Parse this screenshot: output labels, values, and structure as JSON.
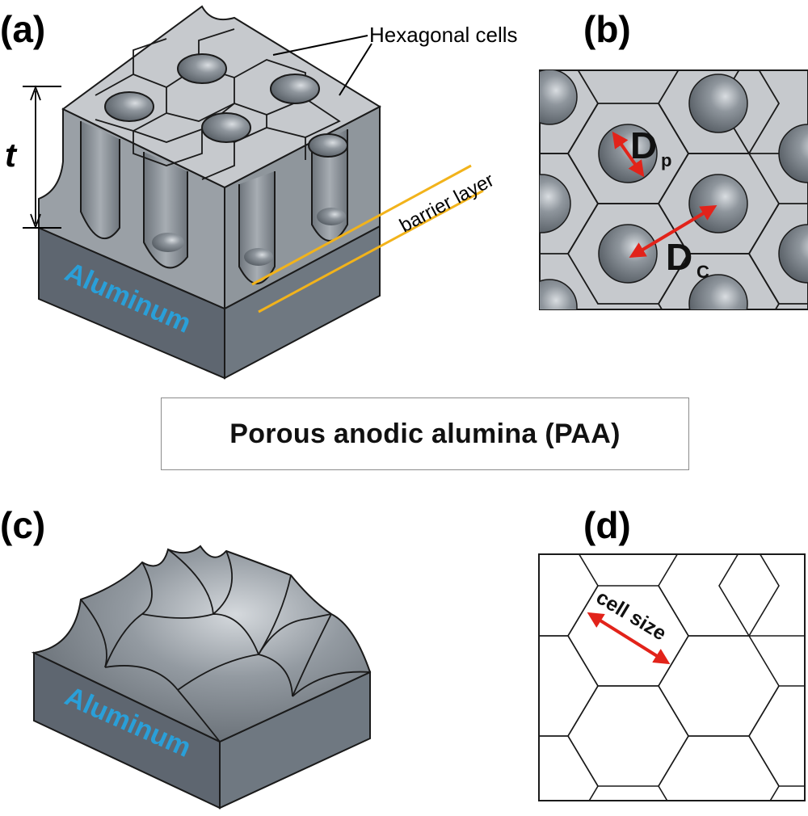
{
  "panels": {
    "a": {
      "label": "(a)",
      "annotation_cells": "Hexagonal cells",
      "annotation_barrier": "barrier layer",
      "thickness_symbol": "t",
      "substrate": "Aluminum"
    },
    "b": {
      "label": "(b)",
      "pore_symbol": "D",
      "pore_subscript": "p",
      "cell_symbol": "D",
      "cell_subscript": "C"
    },
    "c": {
      "label": "(c)",
      "substrate": "Aluminum"
    },
    "d": {
      "label": "(d)",
      "cell_size": "cell size"
    }
  },
  "title": "Porous anodic alumina (PAA)",
  "colors": {
    "oxide_top": "#c6c9cd",
    "oxide_side": "#9aa0a6",
    "pore_wall": "#8a9096",
    "aluminum_front": "#5e6670",
    "aluminum_side": "#6f7881",
    "substrate_text": "#2a9fd8",
    "arrow": "#e2231a",
    "barrier_line": "#f2b31b"
  }
}
